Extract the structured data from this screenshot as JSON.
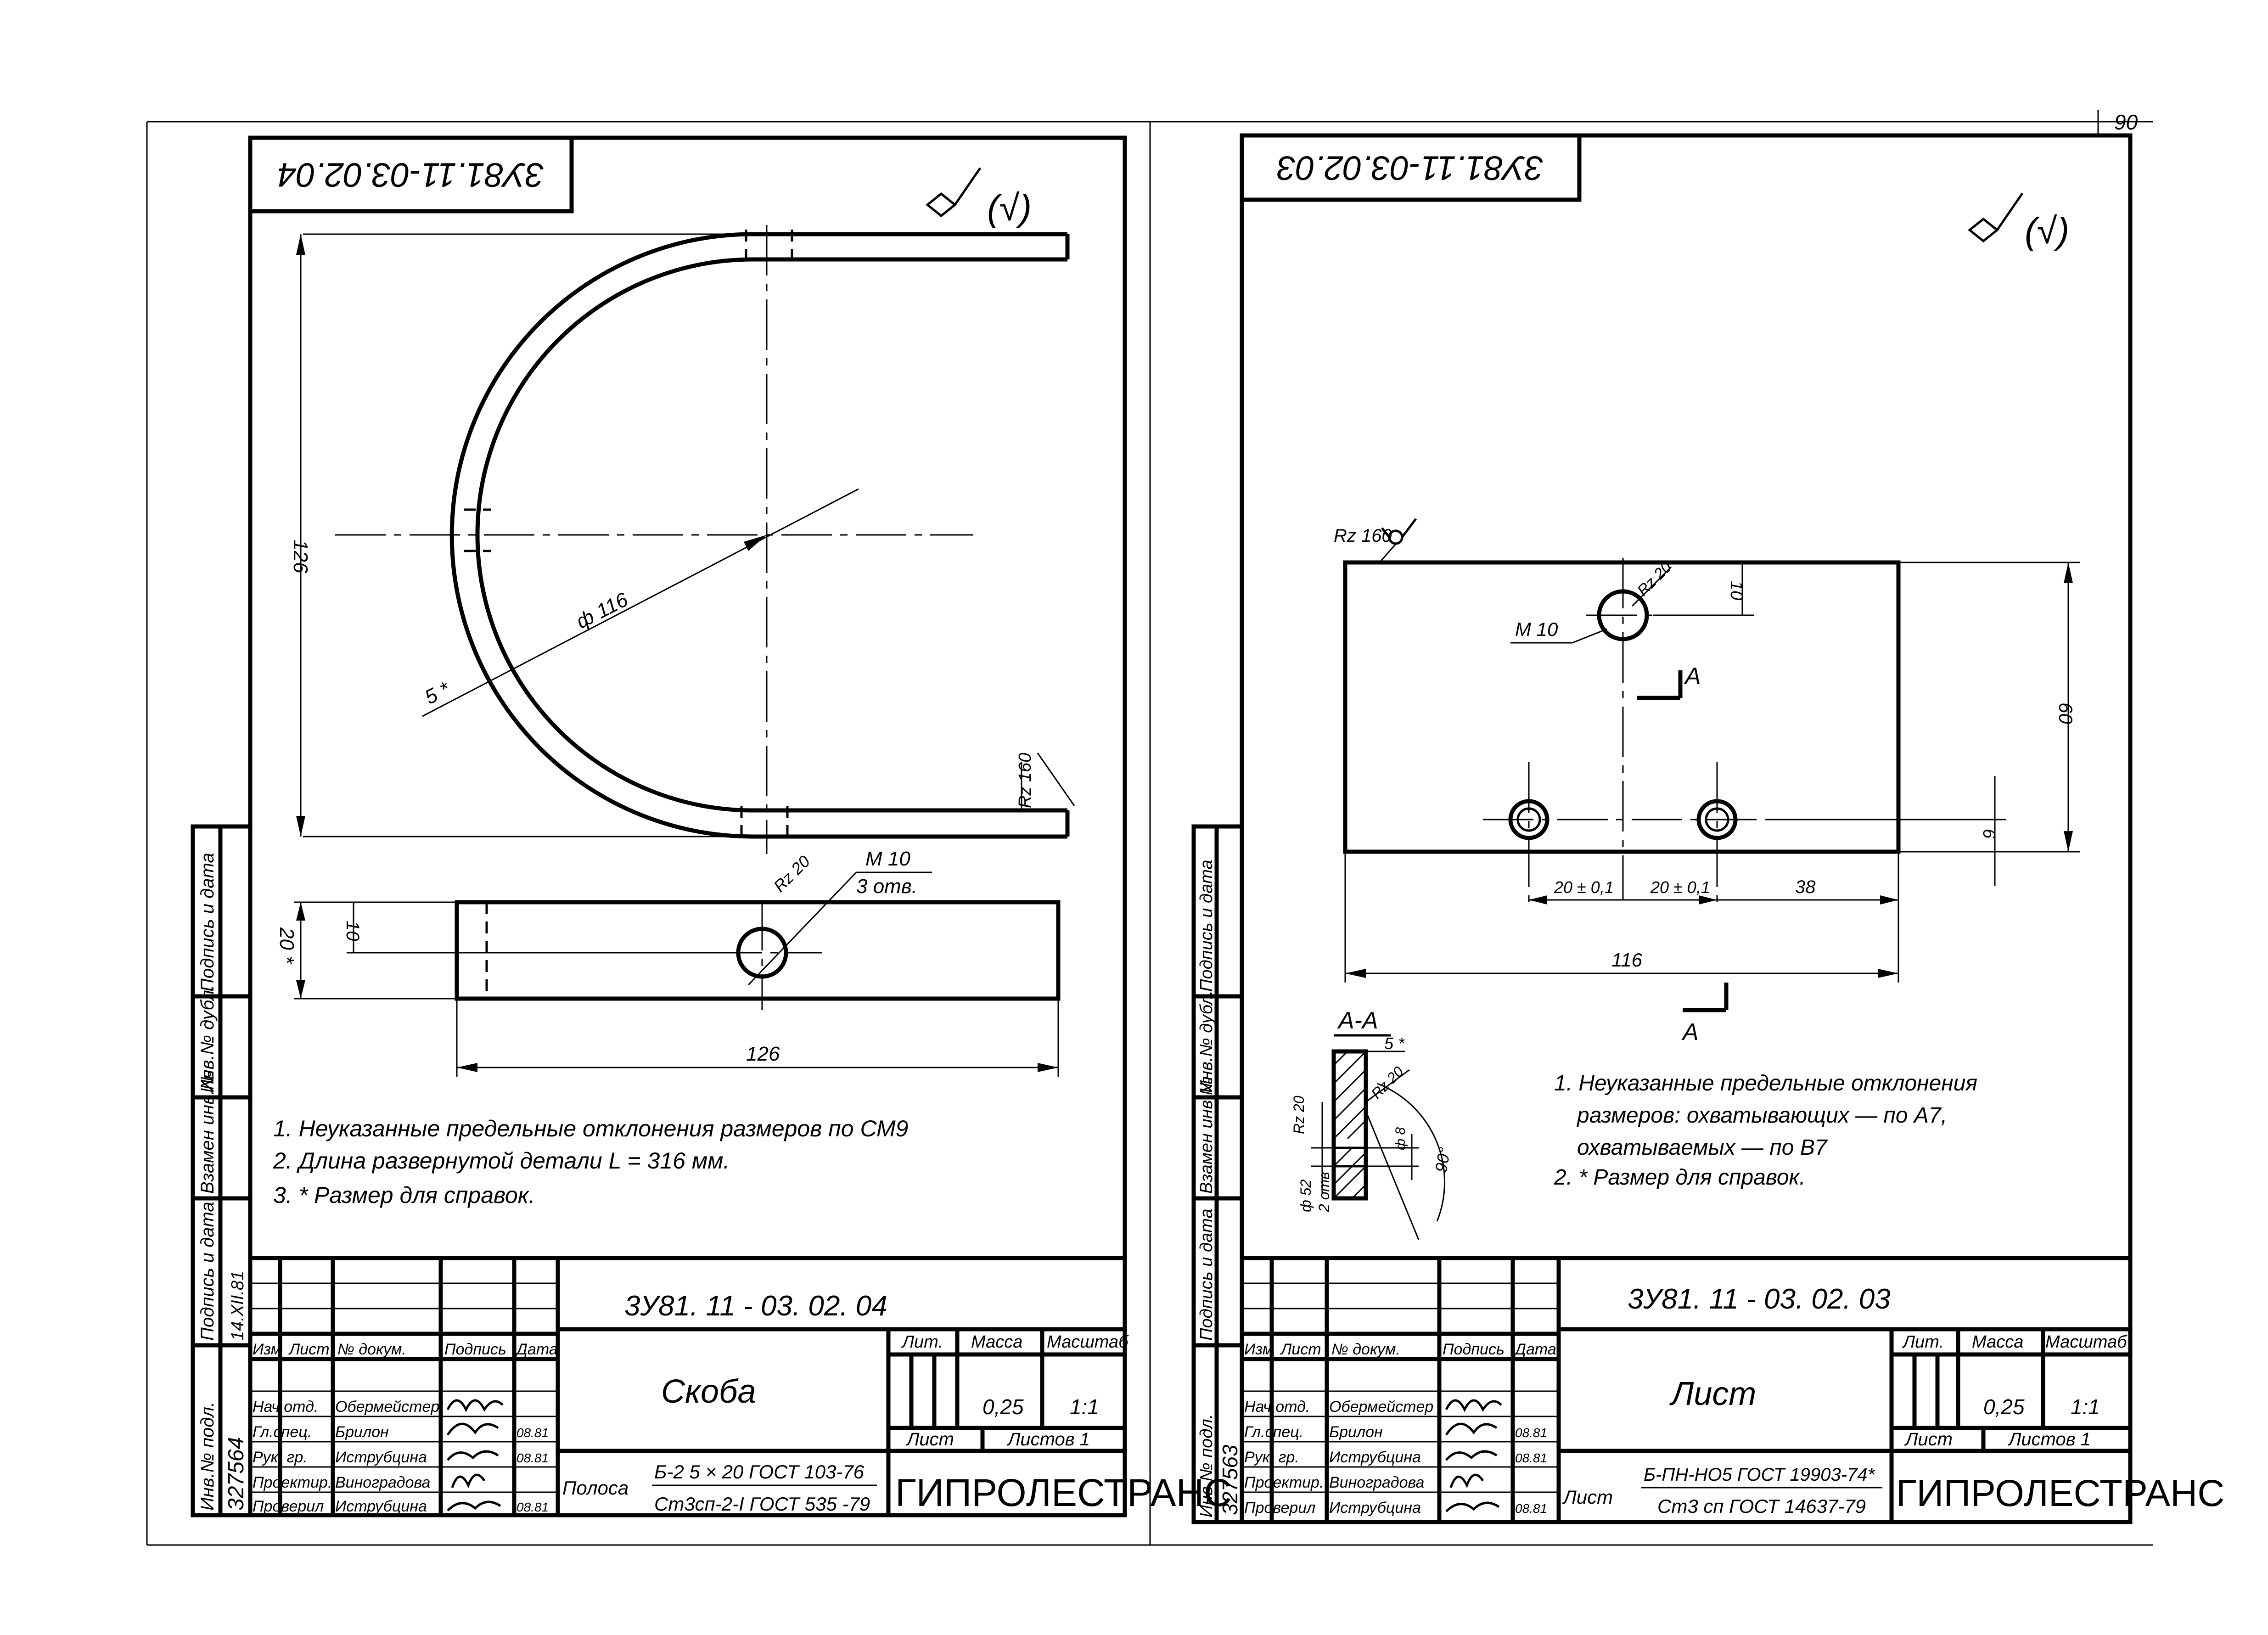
{
  "page_number": "90",
  "left": {
    "mirrored_code": "3У81.11-03.02.04",
    "title_code": "3У81. 11 - 03. 02. 04",
    "name": "Скоба",
    "dims": {
      "height": "126",
      "diameter": "ф 116",
      "thickness": "5 *",
      "width": "20 *",
      "hole_offset": "10",
      "hole": "M 10",
      "holes_count": "3 отв.",
      "length": "126",
      "rz_hole": "Rz 20",
      "rz_face": "Rz 160"
    },
    "notes": [
      "1. Неуказанные предельные отклонения размеров по СМ9",
      "2. Длина развернутой детали  L = 316 мм.",
      "3.  * Размер для справок."
    ],
    "material_label": "Полоса",
    "material_line1": "Б-2 5 × 20 ГОСТ 103-76",
    "material_line2": "Ст3сп-2-I ГОСТ 535 -79",
    "mass": "0,25",
    "scale": "1:1",
    "inv_number": "327564",
    "sign_date": "14.XII.81",
    "staff": [
      {
        "role": "Нач.отд.",
        "name": "Обермейстер",
        "date": ""
      },
      {
        "role": "Гл.спец.",
        "name": "Брилон",
        "date": "08.81"
      },
      {
        "role": "Рук. гр.",
        "name": "Иструбцина",
        "date": "08.81"
      },
      {
        "role": "Проектир.",
        "name": "Виноградова",
        "date": ""
      },
      {
        "role": "Проверил",
        "name": "Иструбцина",
        "date": "08.81"
      }
    ]
  },
  "right": {
    "mirrored_code": "3У81.11-03.02.03",
    "title_code": "3У81. 11 - 03. 02. 03",
    "name": "Лист",
    "dims": {
      "rz_face": "Rz 160",
      "rz_hole": "Rz 20",
      "hole": "M 10",
      "top_offset": "10",
      "height": "60",
      "bottom_offset": "6",
      "pitch1": "20 ± 0,1",
      "pitch2": "20 ± 0,1",
      "edge": "38",
      "length": "116",
      "section_mark": "А",
      "section_title": "А-А",
      "thickness": "5 *",
      "angle": "90°",
      "drill": "ф 8",
      "counter_rz": "Rz 20",
      "counter_d": "ф 52",
      "counter_n": "2 отв"
    },
    "notes": [
      "1. Неуказанные предельные отклонения",
      "размеров: охватывающих — по А7,",
      "охватываемых — по В7",
      "2.  * Размер для справок."
    ],
    "material_label": "Лист",
    "material_line1": "Б-ПН-НО5 ГОСТ 19903-74*",
    "material_line2": "Ст3 сп ГОСТ 14637-79",
    "mass": "0,25",
    "scale": "1:1",
    "inv_number": "327563",
    "staff": [
      {
        "role": "Нач.отд.",
        "name": "Обермейстер",
        "date": ""
      },
      {
        "role": "Гл.спец.",
        "name": "Брилон",
        "date": "08.81"
      },
      {
        "role": "Рук. гр.",
        "name": "Иструбцина",
        "date": "08.81"
      },
      {
        "role": "Проектир.",
        "name": "Виноградова",
        "date": ""
      },
      {
        "role": "Проверил",
        "name": "Иструбцина",
        "date": "08.81"
      }
    ]
  },
  "table_headers": {
    "izm": "Изм",
    "list": "Лист",
    "doc": "№ докум.",
    "sign": "Подпись",
    "date": "Дата",
    "lit": "Лит.",
    "mass": "Масса",
    "scale": "Масштаб",
    "sheet": "Лист",
    "sheets": "Листов 1"
  },
  "company": "ГИПРОЛЕСТРАНС",
  "side_strip": [
    "Инв.№ подл.",
    "Подпись и дата",
    "Взамен инв.№",
    "Инв.№ дубл.",
    "Подпись и дата"
  ]
}
